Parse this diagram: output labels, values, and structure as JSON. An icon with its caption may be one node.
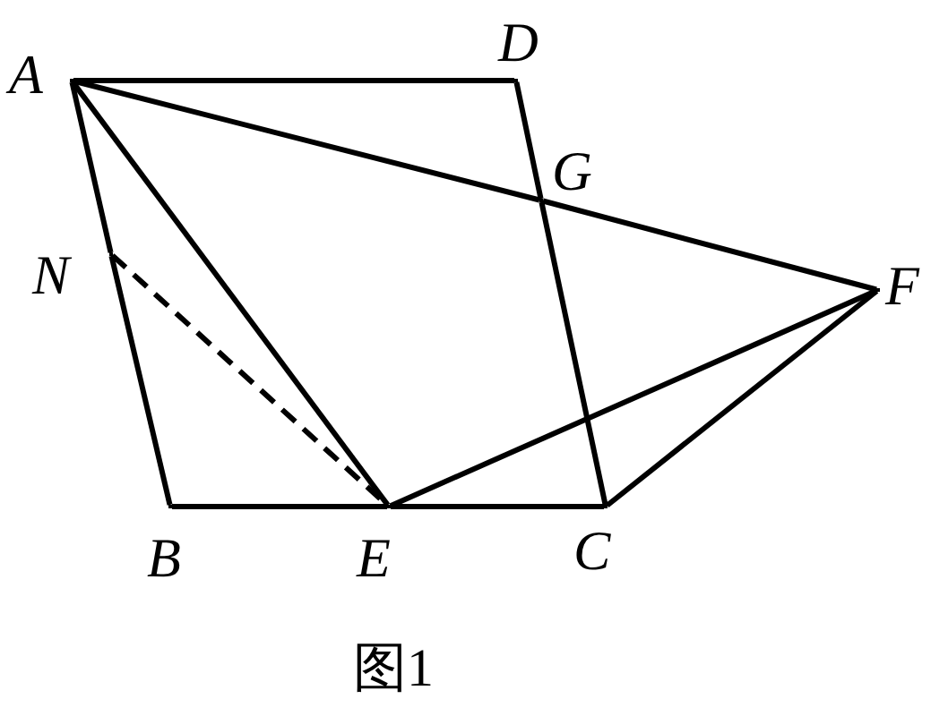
{
  "diagram": {
    "caption": "图1",
    "nodes": [
      {
        "text": [],
        "shape": "point",
        "beside": [
          "A"
        ]
      },
      {
        "text": [],
        "shape": "point",
        "beside": [
          "D"
        ]
      },
      {
        "text": [],
        "shape": "point",
        "beside": [
          "G"
        ]
      },
      {
        "text": [],
        "shape": "point",
        "beside": [
          "N"
        ]
      },
      {
        "text": [],
        "shape": "point",
        "beside": [
          "F"
        ]
      },
      {
        "text": [],
        "shape": "point",
        "beside": [
          "B"
        ]
      },
      {
        "text": [],
        "shape": "point",
        "beside": [
          "E"
        ]
      },
      {
        "text": [],
        "shape": "point",
        "beside": [
          "C"
        ]
      }
    ],
    "edges": [
      {
        "from": 0,
        "to": 1,
        "arrow": "none"
      },
      {
        "from": 1,
        "to": 2,
        "arrow": "none"
      },
      {
        "from": 2,
        "to": 7,
        "arrow": "none"
      },
      {
        "from": 0,
        "to": 2,
        "arrow": "none"
      },
      {
        "from": 2,
        "to": 4,
        "arrow": "none"
      },
      {
        "from": 0,
        "to": 3,
        "arrow": "none"
      },
      {
        "from": 3,
        "to": 5,
        "arrow": "none"
      },
      {
        "from": 5,
        "to": 6,
        "arrow": "none"
      },
      {
        "from": 6,
        "to": 7,
        "arrow": "none"
      },
      {
        "from": 0,
        "to": 6,
        "arrow": "none"
      },
      {
        "from": 3,
        "to": 6,
        "arrow": "none",
        "style": "dashed"
      },
      {
        "from": 6,
        "to": 4,
        "arrow": "none"
      },
      {
        "from": 7,
        "to": 4,
        "arrow": "none"
      }
    ]
  }
}
